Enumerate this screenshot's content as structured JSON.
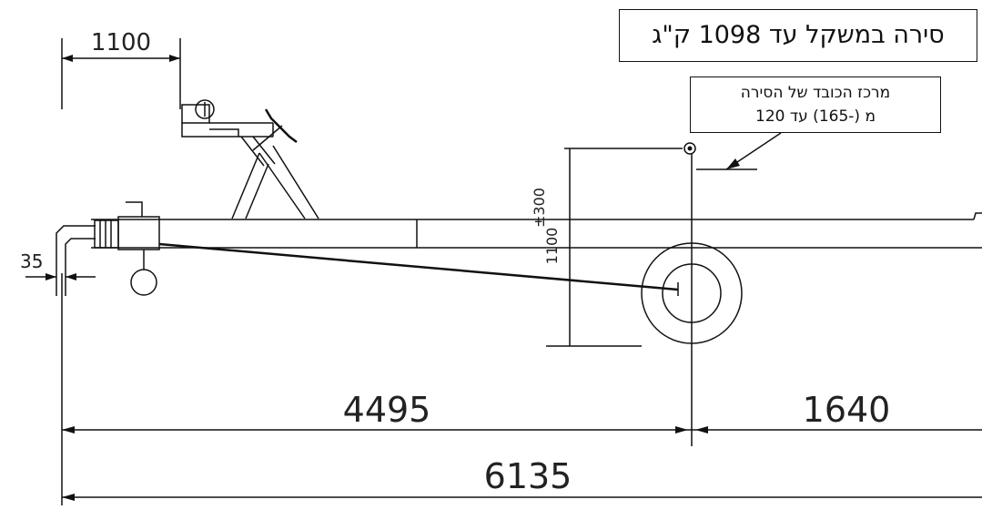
{
  "title_note": "סירה במשקל עד 1098 ק\"ג",
  "cg_note": {
    "line1": "מרכז הכובד של הסירה",
    "line2": "מ (-165) עד 120"
  },
  "dimensions": {
    "hitch_offset": "1100",
    "coupler_offset": "35",
    "front_to_axle": "4495",
    "axle_to_rear": "1640",
    "overall_length": "6135",
    "cg_height": "1100",
    "cg_tolerance": "±300"
  }
}
